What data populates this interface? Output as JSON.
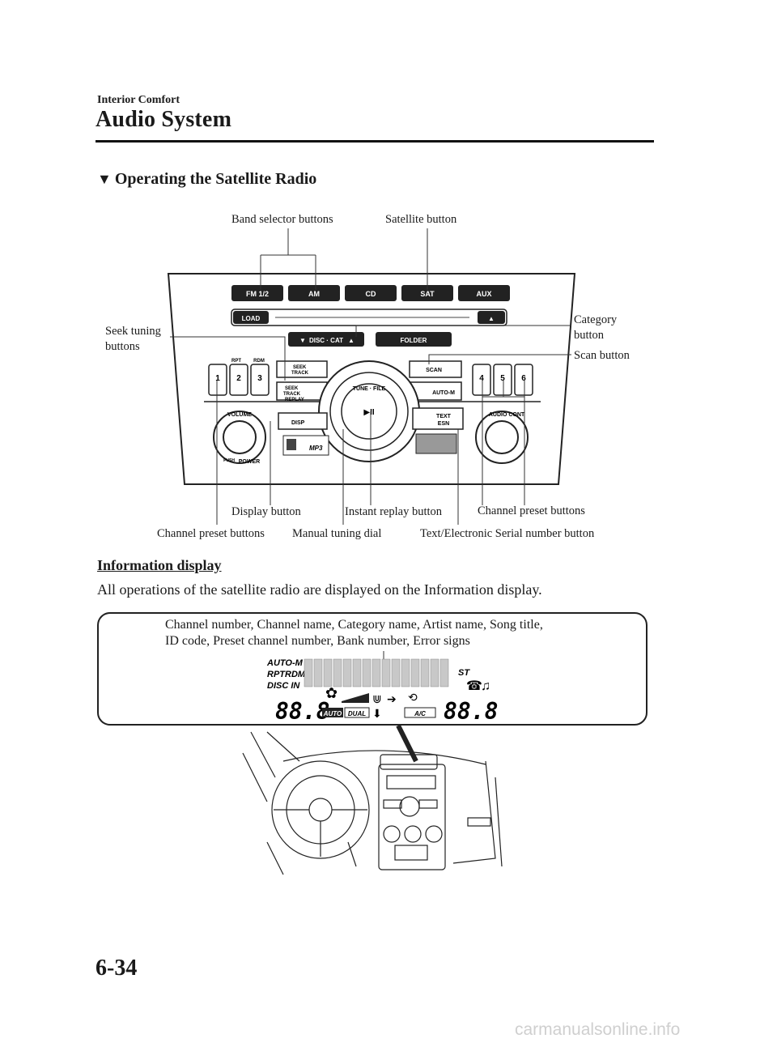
{
  "header": {
    "section": "Interior Comfort",
    "title": "Audio System"
  },
  "section_heading": "Operating the Satellite Radio",
  "radio_diagram": {
    "callouts": {
      "band_selector": "Band selector buttons",
      "satellite": "Satellite button",
      "category_1": "Category",
      "category_2": "button",
      "seek_1": "Seek tuning",
      "seek_2": "buttons",
      "scan": "Scan button",
      "display": "Display button",
      "instant_replay": "Instant replay button",
      "preset_right": "Channel preset buttons",
      "preset_left": "Channel preset buttons",
      "manual_tuning": "Manual tuning dial",
      "text_esn": "Text/Electronic Serial number button"
    },
    "panel_labels": {
      "fm": "FM 1/2",
      "am": "AM",
      "cd": "CD",
      "sat": "SAT",
      "aux": "AUX",
      "load": "LOAD",
      "eject": "▲",
      "disc_cat": "DISC · CAT",
      "folder": "FOLDER",
      "rpt": "RPT",
      "rdm": "RDM",
      "p1": "1",
      "p2": "2",
      "p3": "3",
      "p4": "4",
      "p5": "5",
      "p6": "6",
      "seek": "SEEK",
      "track": "TRACK",
      "replay": "REPLAY",
      "scan": "SCAN",
      "auto_m": "AUTO-M",
      "text": "TEXT",
      "esn": "ESN",
      "disp": "DISP",
      "mp3": "MP3",
      "volume": "VOLUME",
      "power": "POWER",
      "push": "PUSH",
      "audio_cont": "AUDIO CONT",
      "tune_file": "TUNE · FILE",
      "play_pause": "▶II"
    }
  },
  "info_section": {
    "subheading": "Information display",
    "body": "All operations of the satellite radio are displayed on the Information display.",
    "display_callout_1": "Channel number, Channel name, Category name, Artist name, Song title,",
    "display_callout_2": "ID code, Preset channel number, Bank number, Error signs",
    "display_labels": {
      "auto_m": "AUTO-M",
      "rpt_rdm": "RPTRDM",
      "disc_in": "DISC IN",
      "st": "ST",
      "seg_left": "88.8",
      "seg_right": "88.8",
      "auto": "AUTO",
      "dual": "DUAL",
      "ac": "A/C"
    }
  },
  "footer": {
    "page_number": "6-34",
    "watermark": "carmanualsonline.info"
  }
}
